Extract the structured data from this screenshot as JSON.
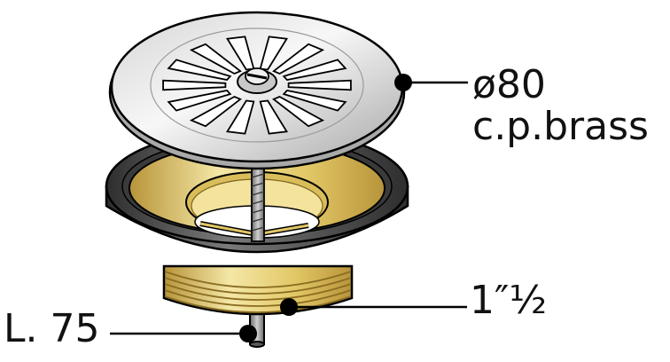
{
  "labels": {
    "diameter": "ø80",
    "material": "c.p.brass",
    "thread": "1″½",
    "length": "L. 75"
  },
  "colors": {
    "chrome_light": "#f2f2f2",
    "chrome_mid": "#c9c9c9",
    "chrome_dark": "#8a8a8a",
    "rubber_light": "#7a7a7a",
    "rubber_dark": "#2e2e2e",
    "brass_light": "#f4e7a6",
    "brass_mid": "#e2c766",
    "brass_dark": "#b8943a",
    "leader": "#000000"
  }
}
